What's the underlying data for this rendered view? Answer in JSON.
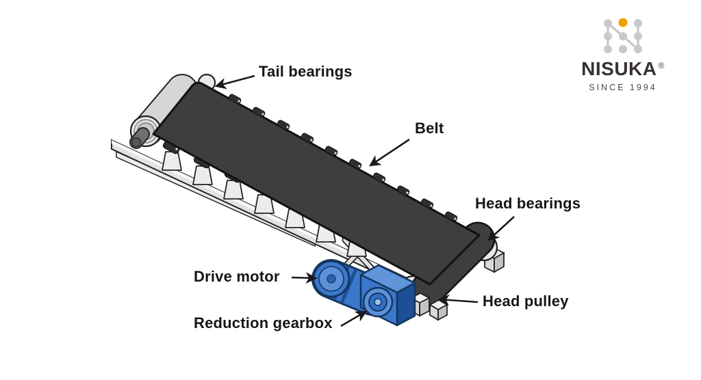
{
  "page": {
    "background": "#ffffff"
  },
  "logo": {
    "brand": "NISUKA",
    "registered_mark": "®",
    "tagline": "SINCE 1994",
    "colors": {
      "dot_gray": "#c9c9c9",
      "dot_accent": "#f0a202",
      "brand_text": "#363230",
      "tagline_text": "#4c4742"
    }
  },
  "diagram": {
    "labels": [
      {
        "id": "tail-bearings",
        "text": "Tail bearings"
      },
      {
        "id": "belt",
        "text": "Belt"
      },
      {
        "id": "head-bearings",
        "text": "Head bearings"
      },
      {
        "id": "drive-motor",
        "text": "Drive motor"
      },
      {
        "id": "reduction-gearbox",
        "text": "Reduction gearbox"
      },
      {
        "id": "head-pulley",
        "text": "Head pulley"
      }
    ],
    "colors": {
      "belt": "#3e3e3e",
      "outline": "#1a1a1a",
      "frame_light": "#f6f6f6",
      "frame_mid": "#e3e3e3",
      "frame_dark": "#c3c3c3",
      "cleat": "#2f2f2f",
      "motor_blue": "#3a78cc",
      "motor_blue_light": "#5f95da",
      "motor_blue_dark": "#1d4f94",
      "label_text": "#161616"
    }
  }
}
